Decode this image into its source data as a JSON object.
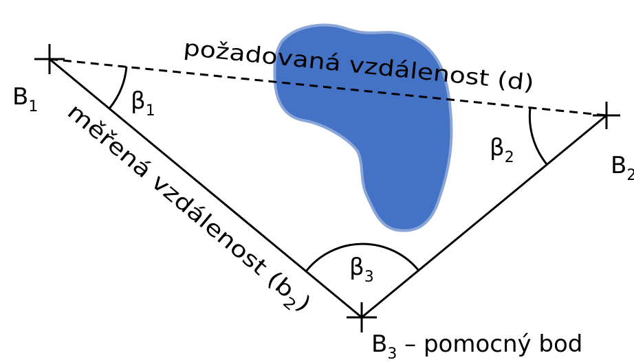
{
  "colors": {
    "lake": "#4472c4",
    "lake_edge": "#8aa6d9",
    "line": "#000000"
  },
  "points": {
    "b1": {
      "main": "B",
      "sub": "1"
    },
    "b2": {
      "main": "B",
      "sub": "2"
    },
    "b3": {
      "main": "B",
      "sub": "3",
      "suffix": " – pomocný bod"
    }
  },
  "angles": {
    "beta1": {
      "main": "β",
      "sub": "1"
    },
    "beta2": {
      "main": "β",
      "sub": "2"
    },
    "beta3": {
      "main": "β",
      "sub": "3"
    }
  },
  "lines": {
    "required_distance": "požadovaná vzdálenost (d)",
    "measured_distance": {
      "main": "měřená vzdálenost (b",
      "sub": "2",
      "close": ")"
    }
  }
}
